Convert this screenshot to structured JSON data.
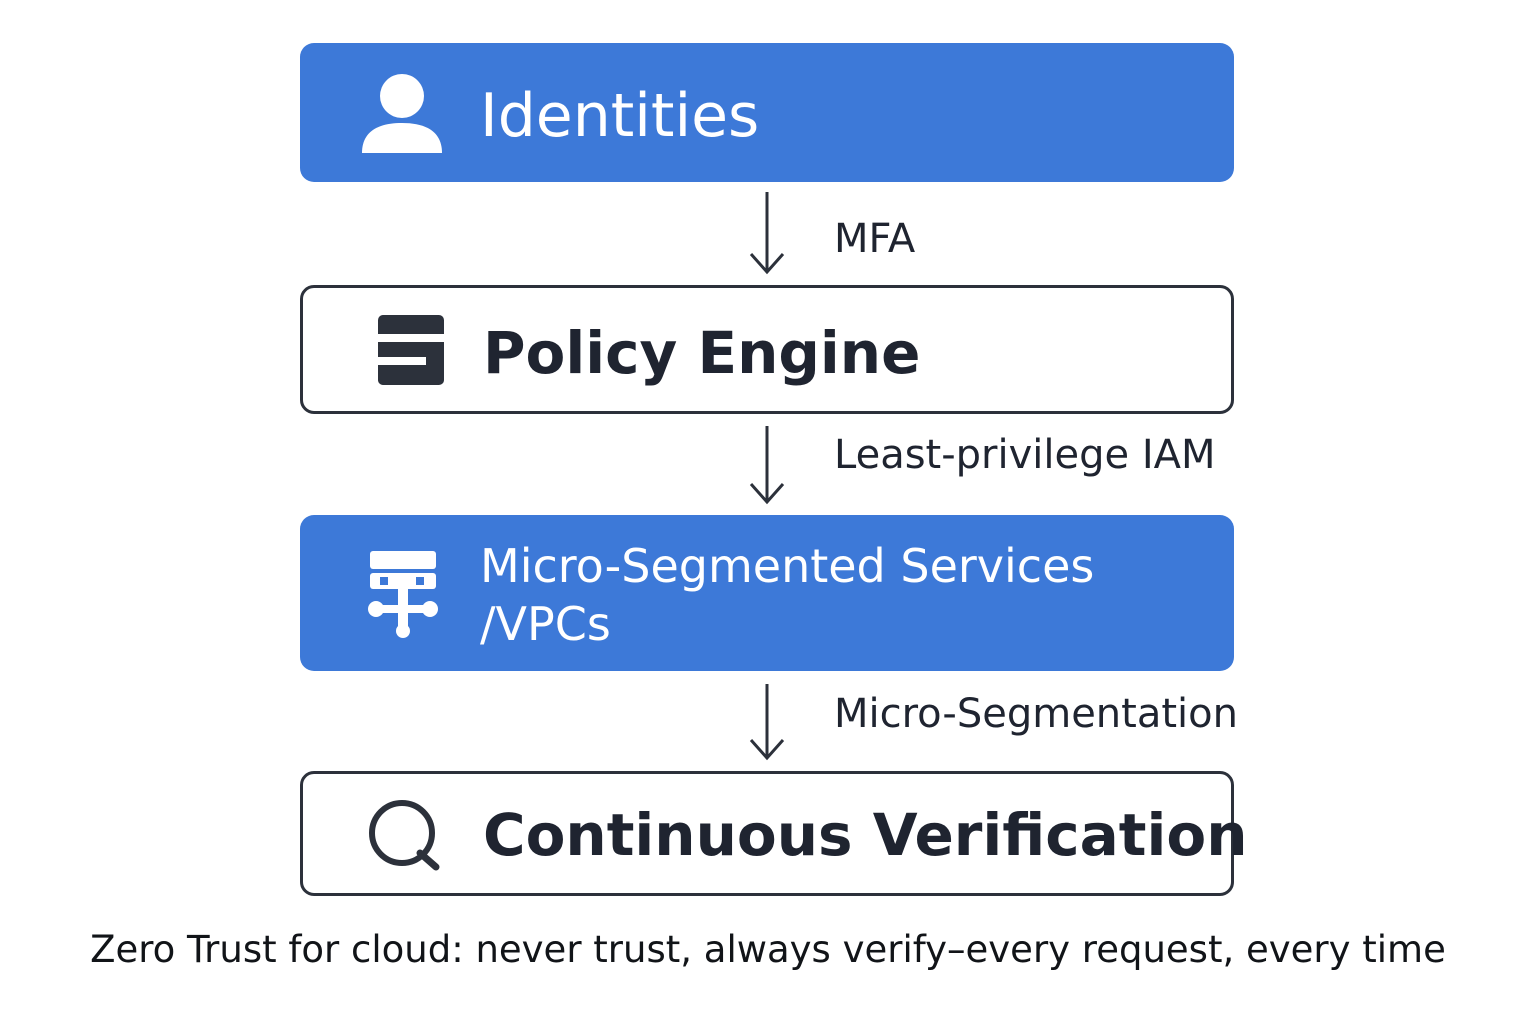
{
  "colors": {
    "filled_box": "#3d79d8",
    "outline": "#2c313b",
    "text_dark": "#1f2430",
    "text_light": "#ffffff"
  },
  "nodes": [
    {
      "label": "Identities",
      "icon": "user-icon",
      "style": "filled"
    },
    {
      "label": "Policy Engine",
      "icon": "server-icon",
      "style": "outlined"
    },
    {
      "label": "Micro-Segmented Services /VPCs",
      "icon": "network-icon",
      "style": "filled"
    },
    {
      "label": "Continuous Verification",
      "icon": "verification-icon",
      "style": "outlined"
    }
  ],
  "edges": [
    {
      "from": "Identities",
      "to": "Policy Engine",
      "label": "MFA"
    },
    {
      "from": "Policy Engine",
      "to": "Micro-Segmented Services /VPCs",
      "label": "Least-privilege IAM"
    },
    {
      "from": "Micro-Segmented Services /VPCs",
      "to": "Continuous Verification",
      "label": "Micro-Segmentation"
    }
  ],
  "caption": "Zero Trust for cloud: never trust, always verify–every request, every time"
}
